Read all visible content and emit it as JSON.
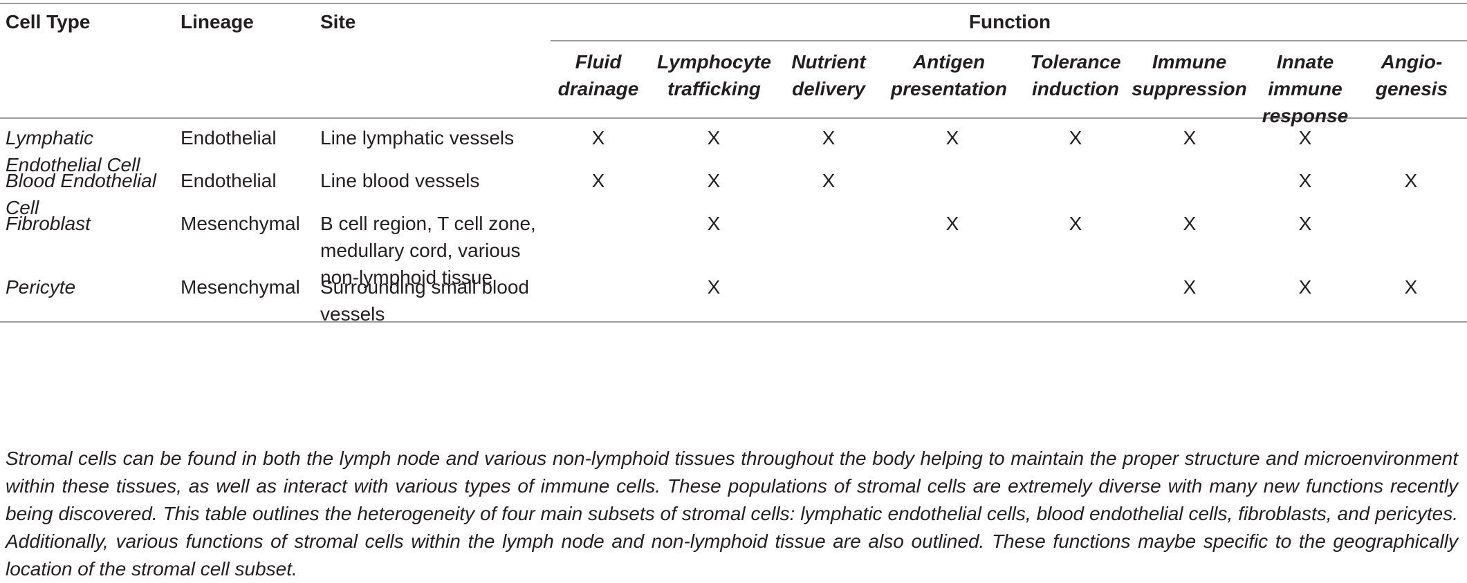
{
  "table": {
    "headers": {
      "cell_type": "Cell Type",
      "lineage": "Lineage",
      "site": "Site",
      "function": "Function"
    },
    "function_columns": [
      "Fluid\ndrainage",
      "Lymphocyte\ntrafficking",
      "Nutrient\ndelivery",
      "Antigen\npresentation",
      "Tolerance\ninduction",
      "Immune\nsuppression",
      "Innate\nimmune\nresponse",
      "Angio-\ngenesis"
    ],
    "rows": [
      {
        "cell_type": "Lymphatic\nEndothelial Cell",
        "lineage": "Endothelial",
        "site": "Line lymphatic vessels",
        "marks": [
          "X",
          "X",
          "X",
          "X",
          "X",
          "X",
          "X",
          ""
        ]
      },
      {
        "cell_type": "Blood Endothelial\nCell",
        "lineage": "Endothelial",
        "site": "Line blood vessels",
        "marks": [
          "X",
          "X",
          "X",
          "",
          "",
          "",
          "X",
          "X"
        ]
      },
      {
        "cell_type": "Fibroblast",
        "lineage": "Mesenchymal",
        "site": "B cell region, T cell zone,\nmedullary cord, various\nnon-lymphoid tissue",
        "marks": [
          "",
          "X",
          "",
          "X",
          "X",
          "X",
          "X",
          ""
        ]
      },
      {
        "cell_type": "Pericyte",
        "lineage": "Mesenchymal",
        "site": "Surrounding small blood\nvessels",
        "marks": [
          "",
          "X",
          "",
          "",
          "",
          "X",
          "X",
          "X"
        ]
      }
    ],
    "caption": "Stromal cells can be found in both the lymph node and various non-lymphoid tissues throughout the body helping to maintain the proper structure and microenvironment within these tissues, as well as interact with various types of immune cells. These populations of stromal cells are extremely diverse with many new functions recently being discovered. This table outlines the heterogeneity of four main subsets of stromal cells: lymphatic endothelial cells, blood endothelial cells, fibroblasts, and pericytes. Additionally, various functions of stromal cells within the lymph node and non-lymphoid tissue are also outlined. These functions maybe specific to the geographically location of the stromal cell subset."
  }
}
